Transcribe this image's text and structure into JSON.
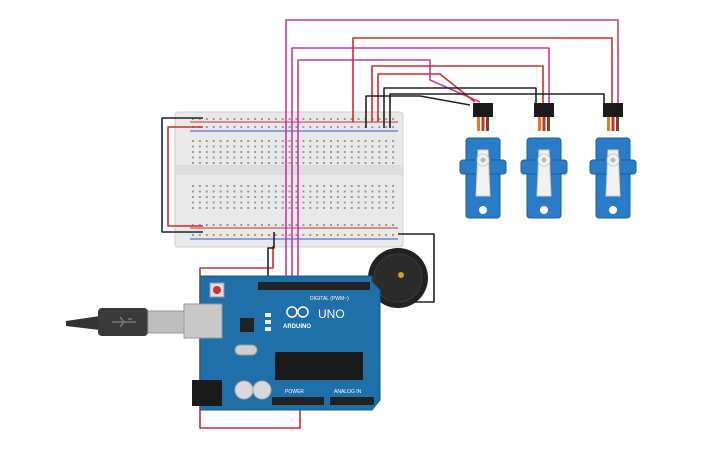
{
  "canvas": {
    "background": "#ffffff"
  },
  "colors": {
    "wire_red": "#d42a2a",
    "wire_magenta": "#c23aa8",
    "wire_black": "#222222",
    "wire_yellow": "#e2c21b",
    "board_blue": "#1f6fa8",
    "servo_blue": "#2b7cc7",
    "breadboard": "#e8e8e8"
  },
  "arduino": {
    "brand": "ARDUINO",
    "model": "UNO",
    "digital_header": "DIGITAL (PWM~)",
    "power_header": "POWER",
    "analog_header": "ANALOG IN",
    "icon": "arduino-logo-icon"
  },
  "components": {
    "servos": [
      "servo-1",
      "servo-2",
      "servo-3"
    ],
    "buzzer": "piezo-buzzer",
    "cable": "usb-cable"
  }
}
